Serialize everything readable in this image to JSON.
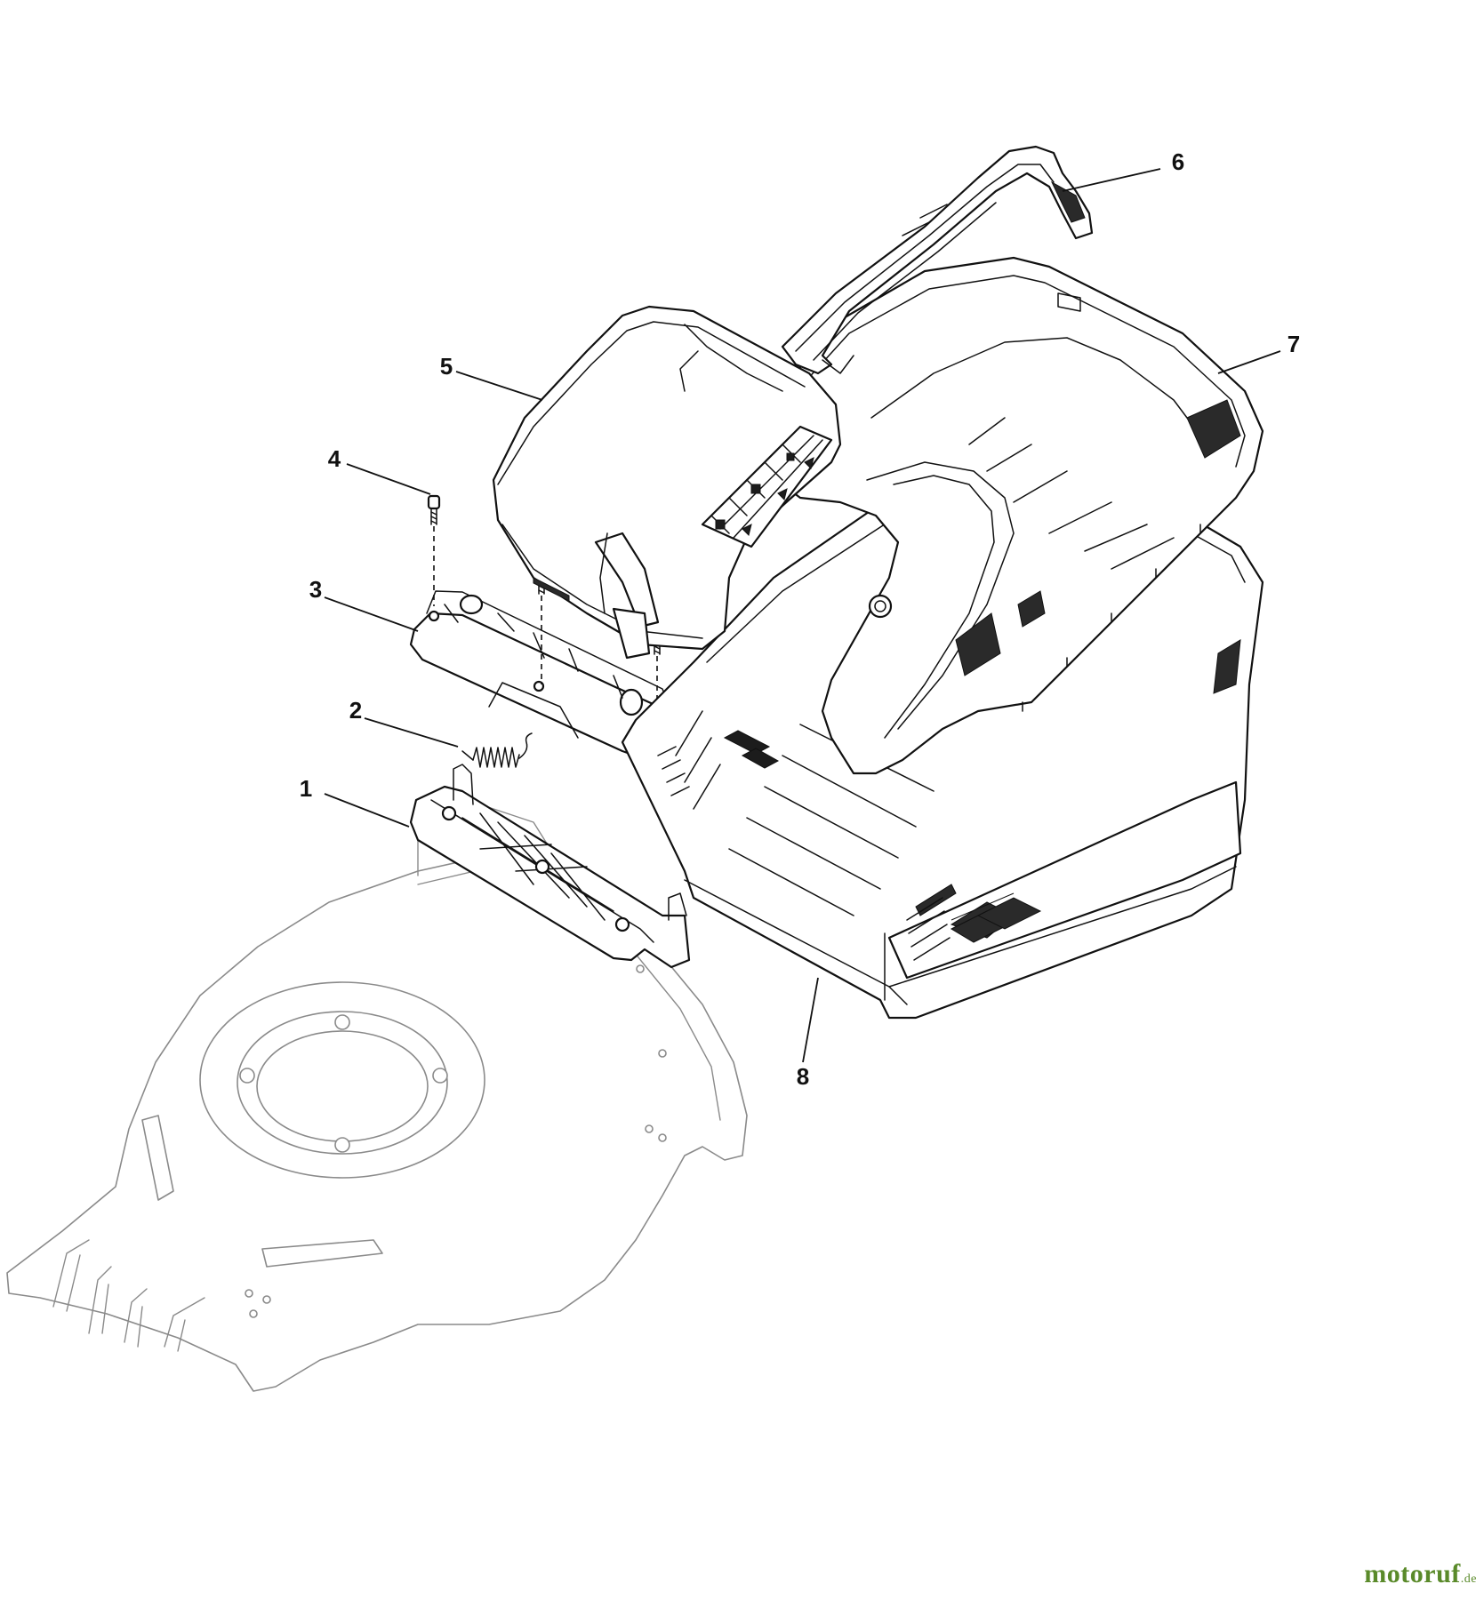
{
  "callouts": {
    "c1": "1",
    "c2": "2",
    "c3": "3",
    "c4": "4",
    "c5": "5",
    "c6": "6",
    "c7": "7",
    "c8": "8"
  },
  "watermark": {
    "name": "motoruf",
    "tld": ".de"
  },
  "colors": {
    "line": "#111111",
    "deck_line": "#8a8a8a",
    "watermark": "#5a8a2a"
  }
}
